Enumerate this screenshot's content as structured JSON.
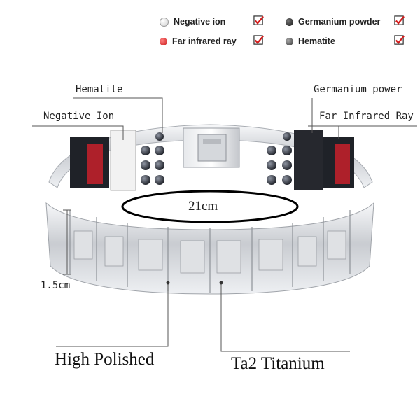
{
  "legend": {
    "items": [
      {
        "label": "Negative ion",
        "icon": "white-ball-icon",
        "checked": true
      },
      {
        "label": "Far infrared ray",
        "icon": "red-ball-icon",
        "checked": true
      },
      {
        "label": "Germanium powder",
        "icon": "black-ball-icon",
        "checked": true
      },
      {
        "label": "Hematite",
        "icon": "gray-ball-icon",
        "checked": true
      }
    ]
  },
  "callouts": {
    "hematite": "Hematite",
    "negative_ion": "Negative Ion",
    "germanium_power": "Germanium power",
    "far_infrared_ray": "Far Infrared Ray",
    "length": "21cm",
    "width": "1.5cm"
  },
  "labels": {
    "high_polished": "High Polished",
    "ta2_titanium": "Ta2 Titanium"
  },
  "colors": {
    "check_red": "#d41c1c",
    "red_stone": "#c8202a",
    "dark_stone": "#2b2d33",
    "metal": "#d7d9dd"
  }
}
